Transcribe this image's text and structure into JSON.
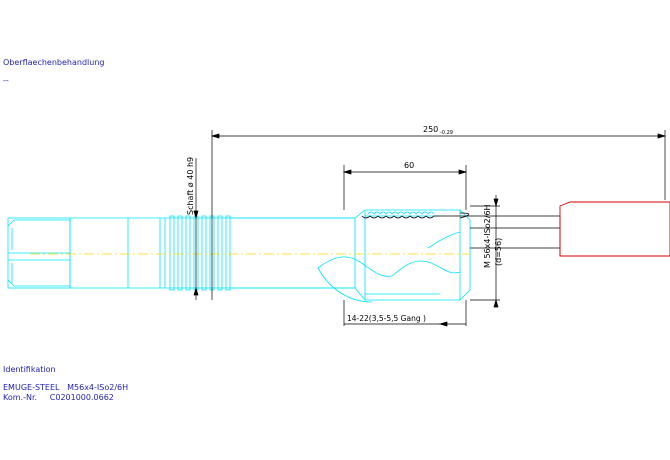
{
  "surface": {
    "heading": "Oberflaechenbehandlung",
    "value": "--"
  },
  "drawing": {
    "dim_overall": {
      "value": "250",
      "tolerance": "-0.29"
    },
    "dim_thread_length": "60",
    "dim_shank": "Schaft ø 40 h9",
    "dim_thread": "M 56x4-ISo2/6H",
    "dim_thread_d": "(d=56)",
    "dim_chamfer": "14-22(3,5-5,5 Gang )",
    "colors": {
      "outline": "#00e5ff",
      "dim": "#000000",
      "centerline": "#ffd700",
      "blank": "#d40000",
      "text": "#1f1fb0"
    }
  },
  "identification": {
    "heading": "Identifikation",
    "line1": "EMUGE-STEEL   M56x4-ISo2/6H",
    "line2": "Kom.-Nr.     C0201000.0662"
  }
}
